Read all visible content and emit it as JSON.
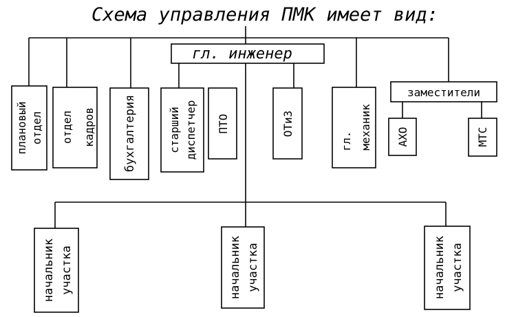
{
  "title": "Схема управления ПМК имеет вид:",
  "boxes": {
    "chief_engineer": "гл. инженер",
    "deputies": "заместители",
    "planning": [
      "плановый",
      "отдел"
    ],
    "hr": [
      "отдел",
      "кадров"
    ],
    "accounting": [
      "бухгалтерия"
    ],
    "dispatcher": [
      "старший",
      "диспетчер"
    ],
    "pto": [
      "ПТО"
    ],
    "otiz": [
      "ОТиЗ"
    ],
    "mechanic": [
      "гл.",
      "механик"
    ],
    "aho": [
      "АХО"
    ],
    "mts": [
      "МТС"
    ],
    "site_head_1": [
      "начальник",
      "участка"
    ],
    "site_head_2": [
      "начальник",
      "участка"
    ],
    "site_head_3": [
      "начальник",
      "участка"
    ]
  }
}
